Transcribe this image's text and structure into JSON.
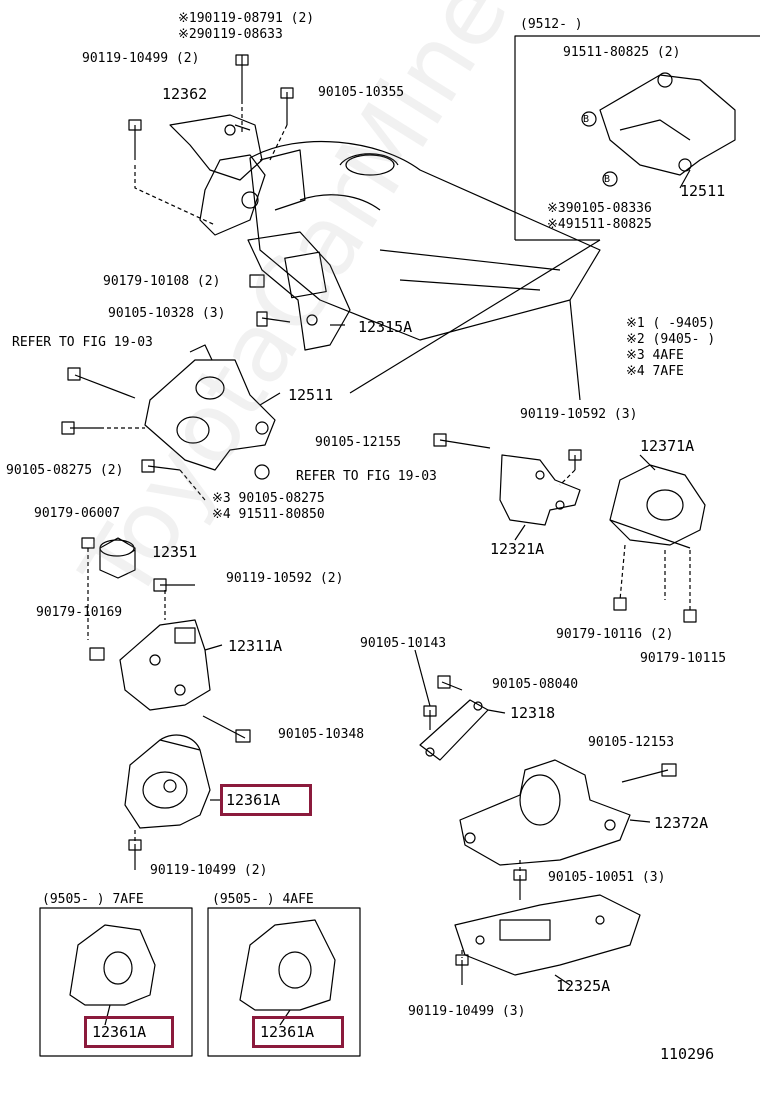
{
  "labels": {
    "l_190119": "※190119-08791 (2)",
    "l_290119": "※290119-08633",
    "l_90119_10499_2a": "90119-10499 (2)",
    "l_12362": "12362",
    "l_90105_10355": "90105-10355",
    "l_9512": "(9512-        )",
    "l_91511_80825": "91511-80825 (2)",
    "l_12511_top": "12511",
    "l_390105": "※390105-08336",
    "l_491511": "※491511-80825",
    "l_90179_10108": "90179-10108 (2)",
    "l_90105_10328": "90105-10328 (3)",
    "l_12315A": "12315A",
    "l_refer1": "REFER TO FIG 19-03",
    "l_12511_mid": "12511",
    "l_90105_08275": "90105-08275 (2)",
    "l_m3": "※3 90105-08275",
    "l_m4": "※4 91511-80850",
    "l_90105_12155": "90105-12155",
    "l_refer2": "REFER TO FIG 19-03",
    "l_90119_10592_3": "90119-10592 (3)",
    "l_12371A": "12371A",
    "l_12321A": "12321A",
    "l_90179_06007": "90179-06007",
    "l_12351": "12351",
    "l_90119_10592_2": "90119-10592 (2)",
    "l_90179_10169": "90179-10169",
    "l_12311A": "12311A",
    "l_90179_10116": "90179-10116 (2)",
    "l_90179_10115": "90179-10115",
    "l_90105_10143": "90105-10143",
    "l_90105_08040": "90105-08040",
    "l_12318": "12318",
    "l_90105_10348": "90105-10348",
    "l_12361A_main": "12361A",
    "l_90105_12153": "90105-12153",
    "l_12372A": "12372A",
    "l_90119_10499_2b": "90119-10499 (2)",
    "l_90105_10051": "90105-10051 (3)",
    "l_9505_7afe": "(9505-      ) 7AFE",
    "l_9505_4afe": "(9505-      ) 4AFE",
    "l_12325A": "12325A",
    "l_12361A_left": "12361A",
    "l_12361A_right": "12361A",
    "l_90119_10499_3": "90119-10499 (3)",
    "l_110296": "110296"
  },
  "legend": [
    "※1 (     -9405)",
    "※2 (9405-      )",
    "※3 4AFE",
    "※4 7AFE"
  ],
  "callouts": [
    "B",
    "B"
  ],
  "watermark": "ToyotaCarMine.ru",
  "colors": {
    "highlight": "#8b1a3c",
    "line": "#000000"
  }
}
